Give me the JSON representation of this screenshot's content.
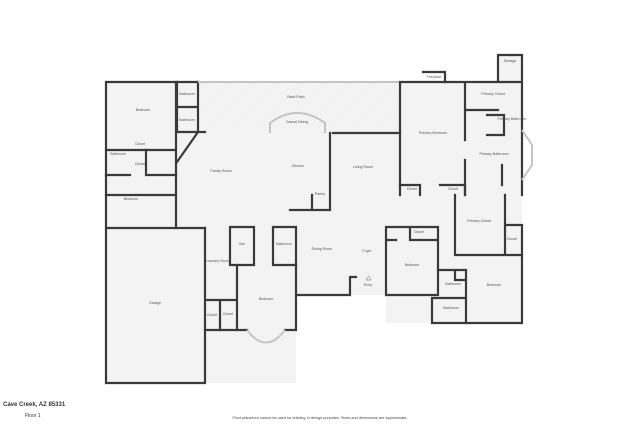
{
  "plan": {
    "rooms": {
      "bedroom_nw": "Bedroom",
      "bathroom_top": "Bathroom",
      "bathroom_top2": "Bathroom",
      "back_patio": "Back Patio",
      "casual_dining": "Casual Dining",
      "kitchen": "Kitchen",
      "pantry": "Pantry",
      "family_room": "Family Room",
      "living_room": "Living Room",
      "bathroom_w": "Bathroom",
      "closet_w1": "Closet",
      "closet_w2": "Closet",
      "bedroom_w": "Bedroom",
      "fireplace": "Fireplace",
      "storage": "Storage",
      "primary_closet_top": "Primary Closet",
      "primary_bathroom_small": "Primary Bathroom",
      "primary_bedroom": "Primary Bedroom",
      "primary_bathroom": "Primary Bathroom",
      "closet_pb1": "Closet",
      "closet_pb2": "Closet",
      "primary_closet": "Primary Closet",
      "closet_e": "Closet",
      "closet_mid": "Closet",
      "bedroom_mid": "Bedroom",
      "bathroom_e1": "Bathroom",
      "bathroom_e2": "Bathroom",
      "bedroom_se": "Bedroom",
      "garage": "Garage",
      "laundry_room": "Laundry Room",
      "bar": "Bar",
      "bathroom_c": "Bathroom",
      "bedroom_c": "Bedroom",
      "closet_c1": "Closet",
      "closet_c2": "Closet",
      "dining_room": "Dining Room",
      "foyer": "Foyer",
      "entry": "Entry"
    }
  },
  "footer": {
    "address": "Cave Creek, AZ 85331",
    "floor": "Floor 1",
    "disclaimer": "Floor plans/tour cannot be used for building or design purposes. Sizes and dimensions are approximate."
  }
}
